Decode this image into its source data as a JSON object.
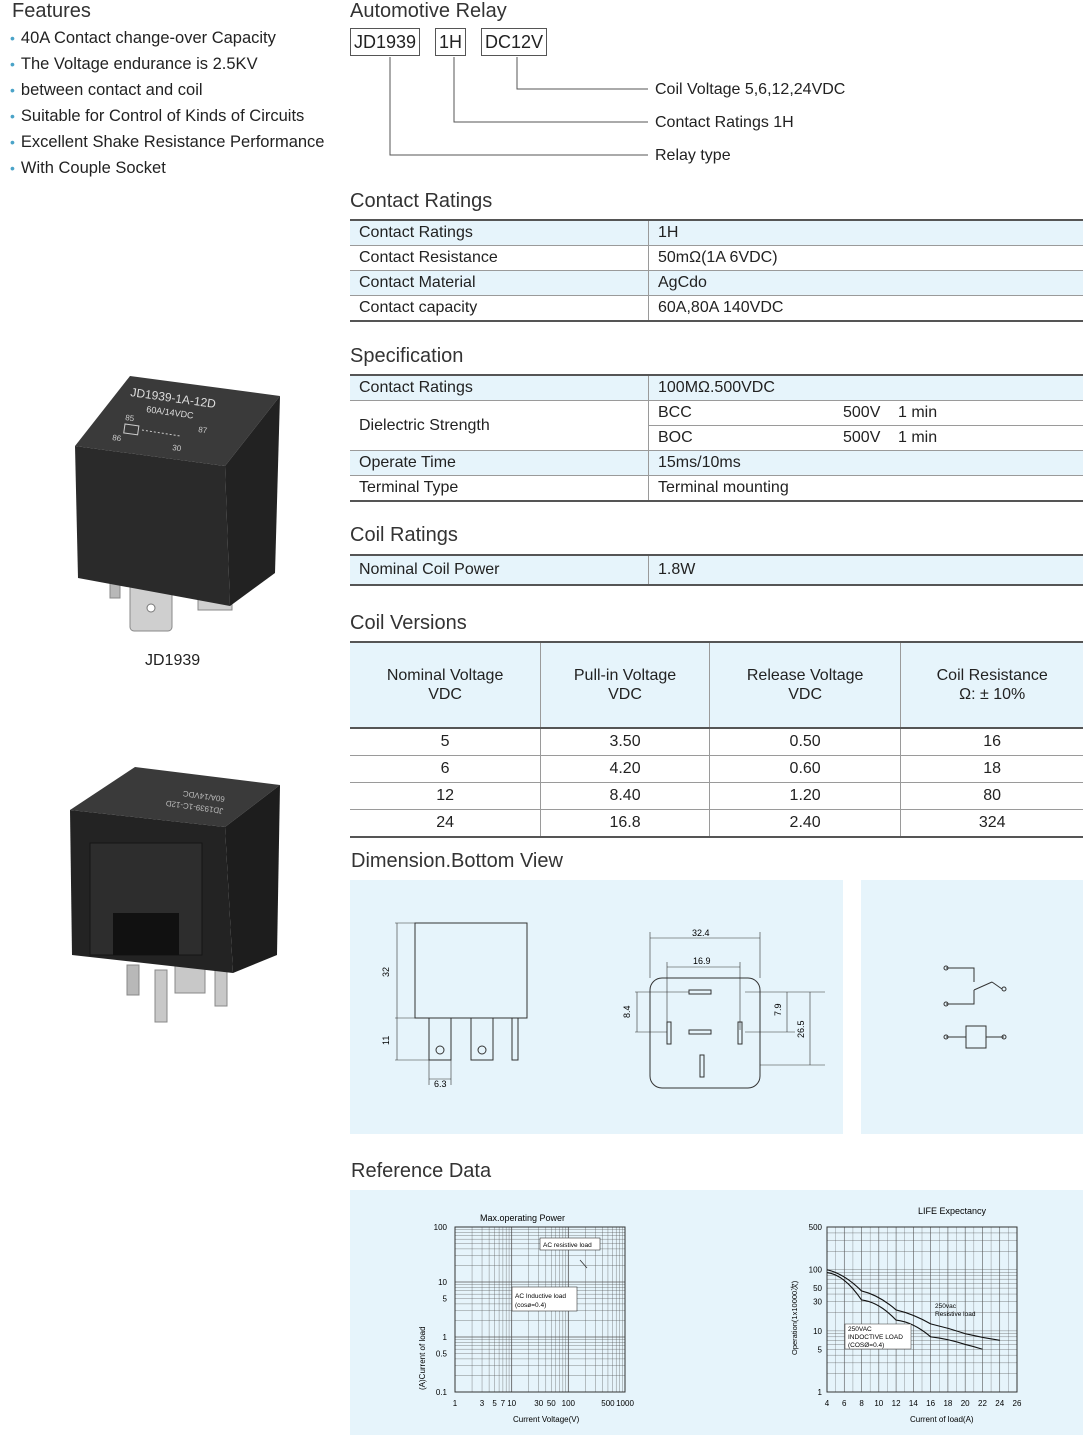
{
  "features": {
    "title": "Features",
    "items": [
      "40A Contact change-over Capacity",
      "The Voltage endurance is 2.5KV",
      "between contact and coil",
      "Suitable for Control of Kinds of Circuits",
      "Excellent Shake Resistance Performance",
      "With Couple Socket"
    ]
  },
  "relay": {
    "title": "Automotive Relay",
    "codes": [
      "JD1939",
      "1H",
      "DC12V"
    ],
    "legend": [
      "Coil Voltage 5,6,12,24VDC",
      "Contact Ratings 1H",
      "Relay type"
    ]
  },
  "product": {
    "label": "JD1939",
    "print1": "JD1939-1A-12D",
    "print2": "60A/14VDC"
  },
  "contact_ratings": {
    "title": "Contact Ratings",
    "rows": [
      [
        "Contact Ratings",
        "1H"
      ],
      [
        "Contact Resistance",
        "50mΩ(1A 6VDC)"
      ],
      [
        "Contact Material",
        "AgCdo"
      ],
      [
        "Contact capacity",
        "60A,80A  140VDC"
      ]
    ]
  },
  "specification": {
    "title": "Specification",
    "r1": [
      "Contact Ratings",
      "100MΩ.500VDC"
    ],
    "dielectric": {
      "label": "Dielectric Strength",
      "lines": [
        [
          "BCC",
          "500V",
          "1 min"
        ],
        [
          "BOC",
          "500V",
          "1 min"
        ]
      ]
    },
    "r4": [
      "Operate Time",
      "15ms/10ms"
    ],
    "r5": [
      "Terminal Type",
      "Terminal mounting"
    ]
  },
  "coil_ratings": {
    "title": "Coil Ratings",
    "rows": [
      [
        "Nominal Coil Power",
        "1.8W"
      ]
    ]
  },
  "coil_versions": {
    "title": "Coil Versions",
    "headers": [
      [
        "Nominal Voltage",
        "VDC"
      ],
      [
        "Pull-in Voltage",
        "VDC"
      ],
      [
        "Release Voltage",
        "VDC"
      ],
      [
        "Coil Resistance",
        "Ω: ± 10%"
      ]
    ],
    "rows": [
      [
        "5",
        "3.50",
        "0.50",
        "16"
      ],
      [
        "6",
        "4.20",
        "0.60",
        "18"
      ],
      [
        "12",
        "8.40",
        "1.20",
        "80"
      ],
      [
        "24",
        "16.8",
        "2.40",
        "324"
      ]
    ]
  },
  "dimension": {
    "title": "Dimension.Bottom View",
    "side": {
      "h": "32",
      "pin": "11",
      "w": "6.3"
    },
    "bottom": {
      "w1": "32.4",
      "w2": "16.9",
      "h1": "8.4",
      "h2": "7.9",
      "h3": "26.5"
    }
  },
  "reference": {
    "title": "Reference Data"
  },
  "chart_data": [
    {
      "type": "line",
      "title": "Max.operating Power",
      "xlabel": "Current Voltage(V)",
      "ylabel": "(A)Current of load",
      "x_scale": "log",
      "y_scale": "log",
      "x_ticks": [
        "1",
        "3",
        "5",
        "7",
        "10",
        "30",
        "50",
        "100",
        "500",
        "1000"
      ],
      "y_ticks": [
        "100",
        "10",
        "5",
        "1",
        "0.5",
        "0.1"
      ],
      "xlim": [
        1,
        1000
      ],
      "ylim": [
        0.1,
        100
      ],
      "annotations": [
        "AC resistive load",
        "AC  Inductive load",
        "(cosø=0.4)"
      ],
      "grid": true
    },
    {
      "type": "line",
      "title": "LIFE  Expectancy",
      "xlabel": "Current of load(A)",
      "ylabel": "Operation(1x10000次)",
      "y_scale": "log",
      "x_ticks": [
        "4",
        "6",
        "8",
        "10",
        "12",
        "14",
        "16",
        "18",
        "20",
        "22",
        "24",
        "26"
      ],
      "y_ticks": [
        "500",
        "100",
        "50",
        "30",
        "10",
        "5",
        "1"
      ],
      "xlim": [
        4,
        26
      ],
      "ylim": [
        1,
        500
      ],
      "series": [
        {
          "name": "250vac Resistive load",
          "x": [
            4,
            8,
            12,
            16,
            20,
            24
          ],
          "y": [
            100,
            45,
            22,
            13,
            9,
            7
          ]
        },
        {
          "name": "250VAC INDOCTIVE LOAD (COSØ=0.4)",
          "x": [
            4,
            8,
            12,
            16,
            20,
            22
          ],
          "y": [
            90,
            32,
            15,
            8,
            6,
            5
          ]
        }
      ],
      "annotations": [
        "250vac",
        "Resistive load",
        "250VAC",
        "INDOCTIVE LOAD",
        "(COSØ=0.4)"
      ],
      "grid": true
    }
  ]
}
